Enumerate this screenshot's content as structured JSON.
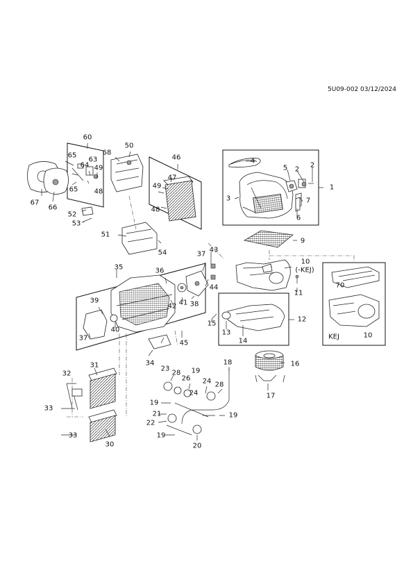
{
  "header": {
    "code": "5U09-002 03/12/2024"
  },
  "callouts": {
    "c1": "1",
    "c2a": "2",
    "c2b": "2",
    "c3": "3",
    "c4": "4",
    "c5": "5",
    "c6": "6",
    "c7": "7",
    "c9": "9",
    "c10a": "10",
    "c10b": "(-KEJ)",
    "c10c": "10",
    "c11": "11",
    "c12": "12",
    "c13": "13",
    "c14": "14",
    "c15": "15",
    "c16": "16",
    "c17": "17",
    "c18": "18",
    "c19a": "19",
    "c19b": "19",
    "c19c": "19",
    "c19d": "19",
    "c20": "20",
    "c21": "21",
    "c22": "22",
    "c23": "23",
    "c24a": "24",
    "c24b": "24",
    "c26": "26",
    "c28a": "28",
    "c28b": "28",
    "c30": "30",
    "c31": "31",
    "c32": "32",
    "c33a": "33",
    "c33b": "33",
    "c34": "34",
    "c35": "35",
    "c36": "36",
    "c37a": "37",
    "c37b": "37",
    "c38": "38",
    "c39": "39",
    "c40": "40",
    "c41": "41",
    "c42": "42",
    "c43": "43",
    "c44": "44",
    "c45": "45",
    "c46": "46",
    "c47": "47",
    "c48a": "48",
    "c48b": "48",
    "c49a": "49",
    "c49b": "49",
    "c50": "50",
    "c51": "51",
    "c52": "52",
    "c53": "53",
    "c54": "54",
    "c60": "60",
    "c63": "63",
    "c64": "64",
    "c65a": "65",
    "c65b": "65",
    "c66": "66",
    "c67": "67",
    "c68": "68",
    "c70": "70",
    "kej": "KEJ"
  },
  "colors": {
    "ink": "#111111",
    "paper": "#ffffff",
    "shade": "#9a9a9a"
  }
}
